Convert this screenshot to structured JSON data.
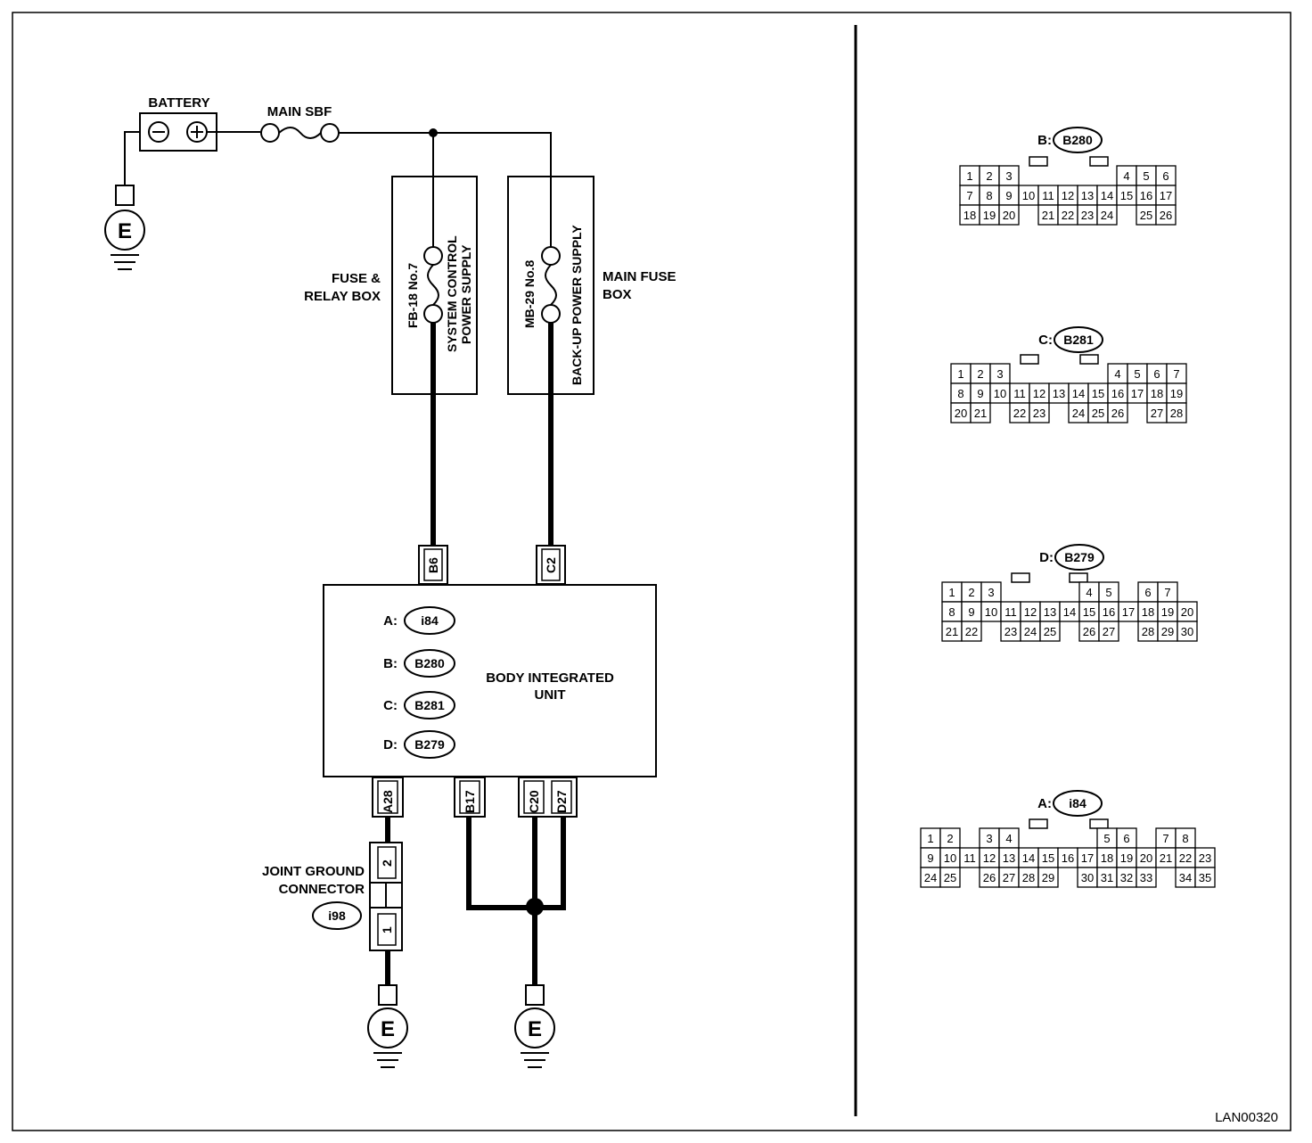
{
  "labels": {
    "battery": "BATTERY",
    "main_sbf": "MAIN SBF",
    "fuse_relay_box_1": "FUSE &",
    "fuse_relay_box_2": "RELAY BOX",
    "main_fuse_box_1": "MAIN FUSE",
    "main_fuse_box_2": "BOX",
    "fb18": "FB-18 No.7",
    "system_control_1": "SYSTEM CONTROL",
    "system_control_2": "POWER SUPPLY",
    "mb29": "MB-29 No.8",
    "backup_power": "BACK-UP POWER SUPPLY",
    "body_unit_1": "BODY INTEGRATED",
    "body_unit_2": "UNIT",
    "joint_ground_1": "JOINT GROUND",
    "joint_ground_2": "CONNECTOR",
    "joint_ground_code": "i98",
    "ground": "E",
    "figure_code": "LAN00320"
  },
  "terminals": {
    "b6": "B6",
    "c2": "C2",
    "a28": "A28",
    "b17": "B17",
    "c20": "C20",
    "d27": "D27",
    "jc2": "2",
    "jc1": "1"
  },
  "unit_connectors": [
    {
      "letter": "A:",
      "code": "i84"
    },
    {
      "letter": "B:",
      "code": "B280"
    },
    {
      "letter": "C:",
      "code": "B281"
    },
    {
      "letter": "D:",
      "code": "B279"
    }
  ],
  "connector_views": [
    {
      "letter": "B:",
      "code": "B280",
      "rows": [
        [
          "1",
          "2",
          "3",
          "",
          "",
          "",
          "",
          "",
          "4",
          "5",
          "6"
        ],
        [
          "7",
          "8",
          "9",
          "10",
          "11",
          "12",
          "13",
          "14",
          "15",
          "16",
          "17"
        ],
        [
          "18",
          "19",
          "20",
          "",
          "21",
          "22",
          "23",
          "24",
          "",
          "25",
          "26"
        ]
      ]
    },
    {
      "letter": "C:",
      "code": "B281",
      "rows": [
        [
          "1",
          "2",
          "3",
          "",
          "",
          "",
          "",
          "",
          "4",
          "5",
          "6",
          "7"
        ],
        [
          "8",
          "9",
          "10",
          "11",
          "12",
          "13",
          "14",
          "15",
          "16",
          "17",
          "18",
          "19"
        ],
        [
          "20",
          "21",
          "",
          "22",
          "23",
          "",
          "24",
          "25",
          "26",
          "",
          "27",
          "28"
        ]
      ]
    },
    {
      "letter": "D:",
      "code": "B279",
      "rows": [
        [
          "1",
          "2",
          "3",
          "",
          "",
          "",
          "",
          "4",
          "5",
          "",
          "6",
          "7"
        ],
        [
          "8",
          "9",
          "10",
          "11",
          "12",
          "13",
          "14",
          "15",
          "16",
          "17",
          "18",
          "19",
          "20"
        ],
        [
          "21",
          "22",
          "",
          "23",
          "24",
          "25",
          "",
          "26",
          "27",
          "",
          "28",
          "29",
          "30"
        ]
      ]
    },
    {
      "letter": "A:",
      "code": "i84",
      "rows": [
        [
          "1",
          "2",
          "",
          "3",
          "4",
          "",
          "",
          "",
          "",
          "5",
          "6",
          "",
          "7",
          "8"
        ],
        [
          "9",
          "10",
          "11",
          "12",
          "13",
          "14",
          "15",
          "16",
          "17",
          "18",
          "19",
          "20",
          "21",
          "22",
          "23"
        ],
        [
          "24",
          "25",
          "",
          "26",
          "27",
          "28",
          "29",
          "",
          "30",
          "31",
          "32",
          "33",
          "",
          "34",
          "35"
        ]
      ]
    }
  ]
}
